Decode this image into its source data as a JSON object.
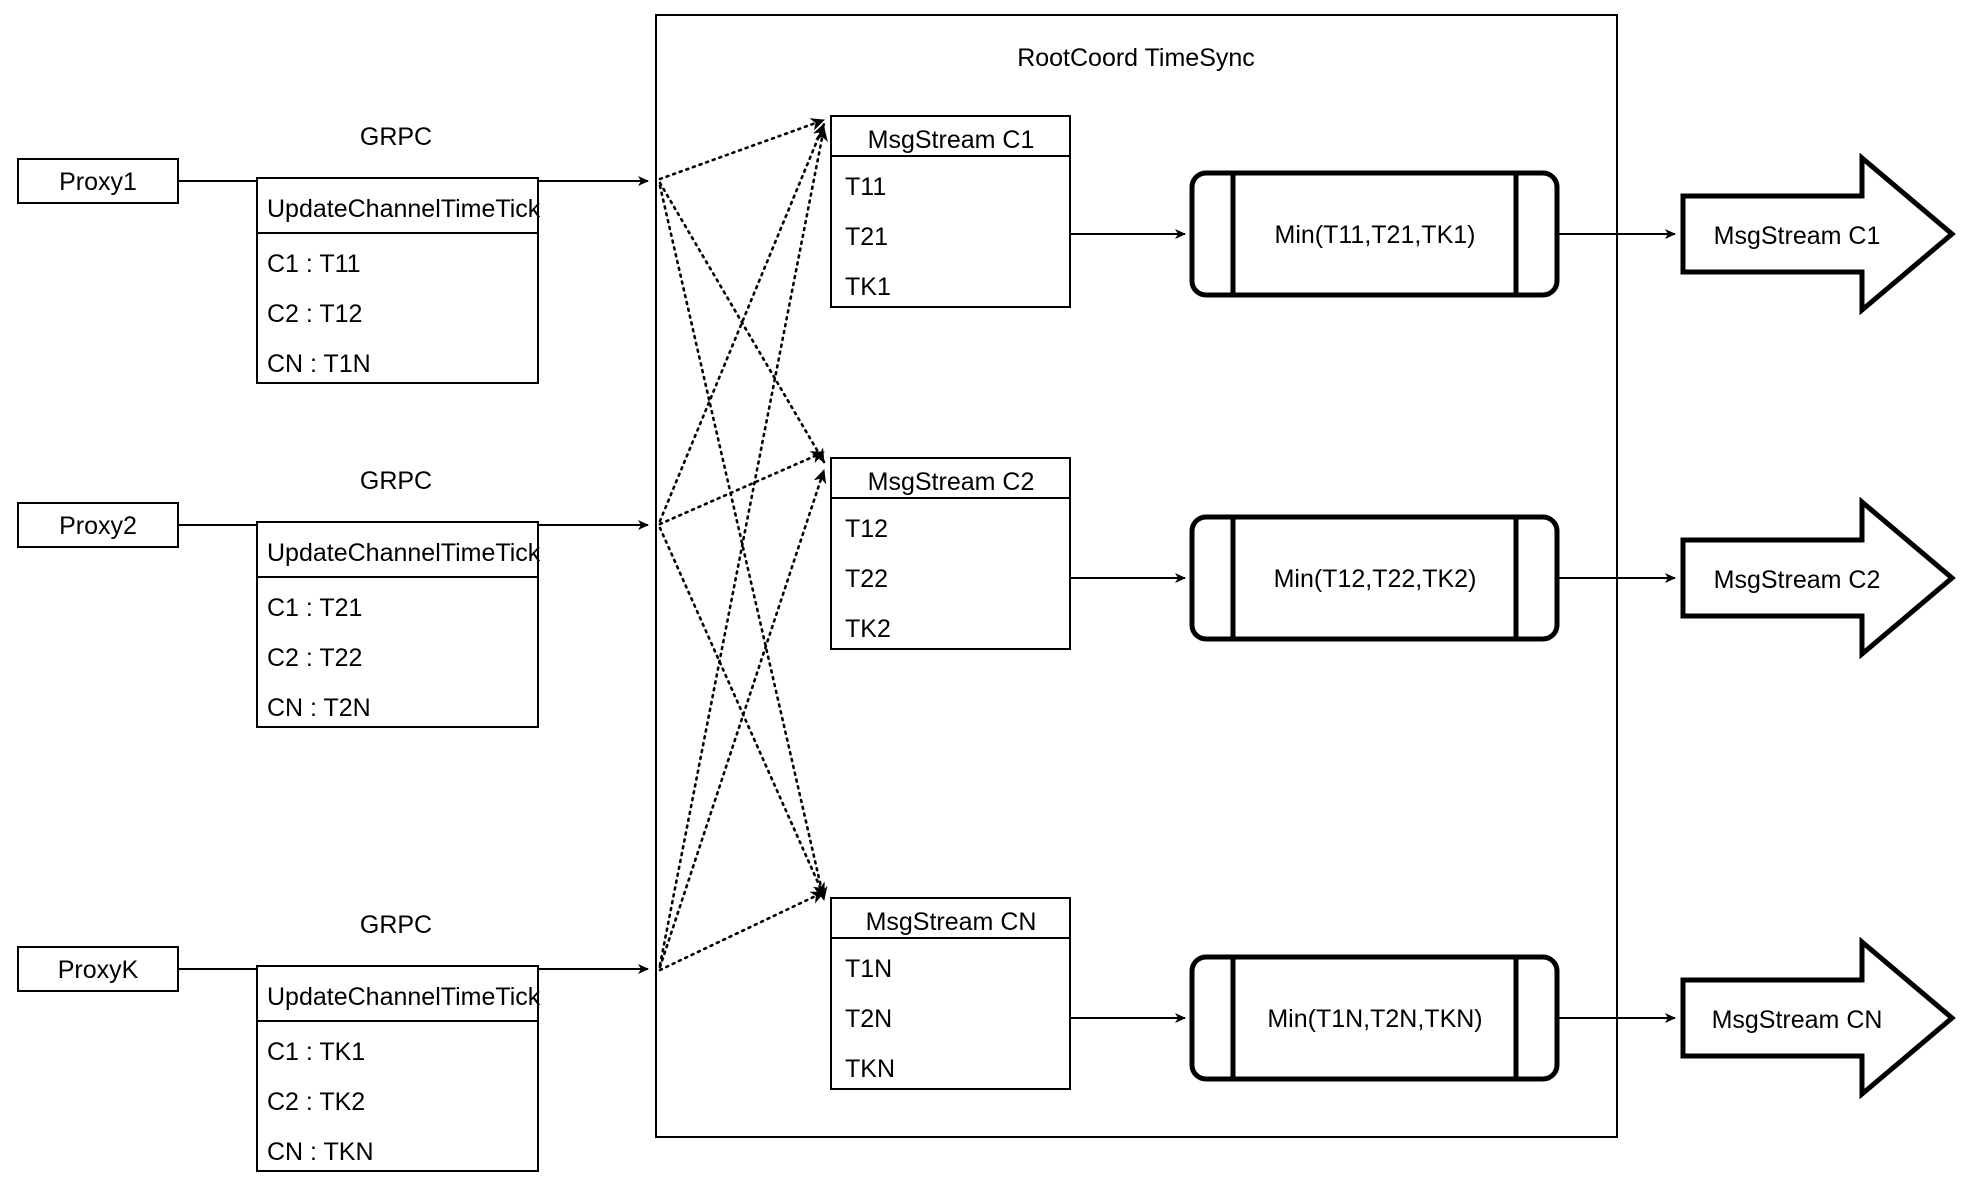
{
  "diagram": {
    "container_title": "RootCoord TimeSync",
    "proxies": [
      {
        "name": "Proxy1",
        "link_label": "GRPC",
        "rpc_title": "UpdateChannelTimeTick",
        "rpc_rows": [
          "C1 :  T11",
          "C2 :  T12",
          "CN : T1N"
        ]
      },
      {
        "name": "Proxy2",
        "link_label": "GRPC",
        "rpc_title": "UpdateChannelTimeTick",
        "rpc_rows": [
          "C1 :  T21",
          "C2 :  T22",
          "CN : T2N"
        ]
      },
      {
        "name": "ProxyK",
        "link_label": "GRPC",
        "rpc_title": "UpdateChannelTimeTick",
        "rpc_rows": [
          "C1 :  TK1",
          "C2 :  TK2",
          "CN : TKN"
        ]
      }
    ],
    "channels": [
      {
        "stream_title": "MsgStream C1",
        "stream_rows": [
          "T11",
          "T21",
          "TK1"
        ],
        "min_label": "Min(T11,T21,TK1)",
        "output_label": "MsgStream C1"
      },
      {
        "stream_title": "MsgStream C2",
        "stream_rows": [
          "T12",
          "T22",
          "TK2"
        ],
        "min_label": "Min(T12,T22,TK2)",
        "output_label": "MsgStream C2"
      },
      {
        "stream_title": "MsgStream CN",
        "stream_rows": [
          "T1N",
          "T2N",
          "TKN"
        ],
        "min_label": "Min(T1N,T2N,TKN)",
        "output_label": "MsgStream CN"
      }
    ],
    "colors": {
      "stroke": "#000000",
      "fill": "#ffffff",
      "background": "#ffffff"
    }
  }
}
